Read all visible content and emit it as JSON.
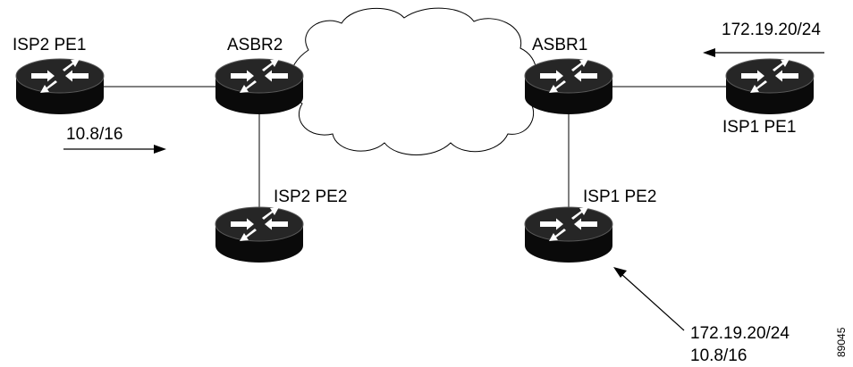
{
  "diagram": {
    "figure_id": "89045",
    "nodes": {
      "isp2_pe1": {
        "label": "ISP2 PE1",
        "icon": "router-icon"
      },
      "asbr2": {
        "label": "ASBR2",
        "icon": "router-icon"
      },
      "asbr1": {
        "label": "ASBR1",
        "icon": "router-icon"
      },
      "isp1_pe1": {
        "label": "ISP1 PE1",
        "icon": "router-icon"
      },
      "isp2_pe2": {
        "label": "ISP2 PE2",
        "icon": "router-icon"
      },
      "isp1_pe2": {
        "label": "ISP1 PE2",
        "icon": "router-icon"
      }
    },
    "cloud": {
      "icon": "cloud-icon"
    },
    "links": [
      [
        "isp2_pe1",
        "asbr2"
      ],
      [
        "asbr2",
        "isp2_pe2"
      ],
      [
        "asbr1",
        "isp1_pe1"
      ],
      [
        "asbr1",
        "isp1_pe2"
      ]
    ],
    "annotations": {
      "route_isp2": "10.8/16",
      "route_isp1_top": "172.19.20/24",
      "route_bottom_line1": "172.19.20/24",
      "route_bottom_line2": "10.8/16"
    },
    "colors": {
      "router_body": "#0a0a0a",
      "router_top": "#2a2a2a",
      "router_arrows": "#ffffff",
      "line": "#000000",
      "background": "#ffffff"
    }
  }
}
